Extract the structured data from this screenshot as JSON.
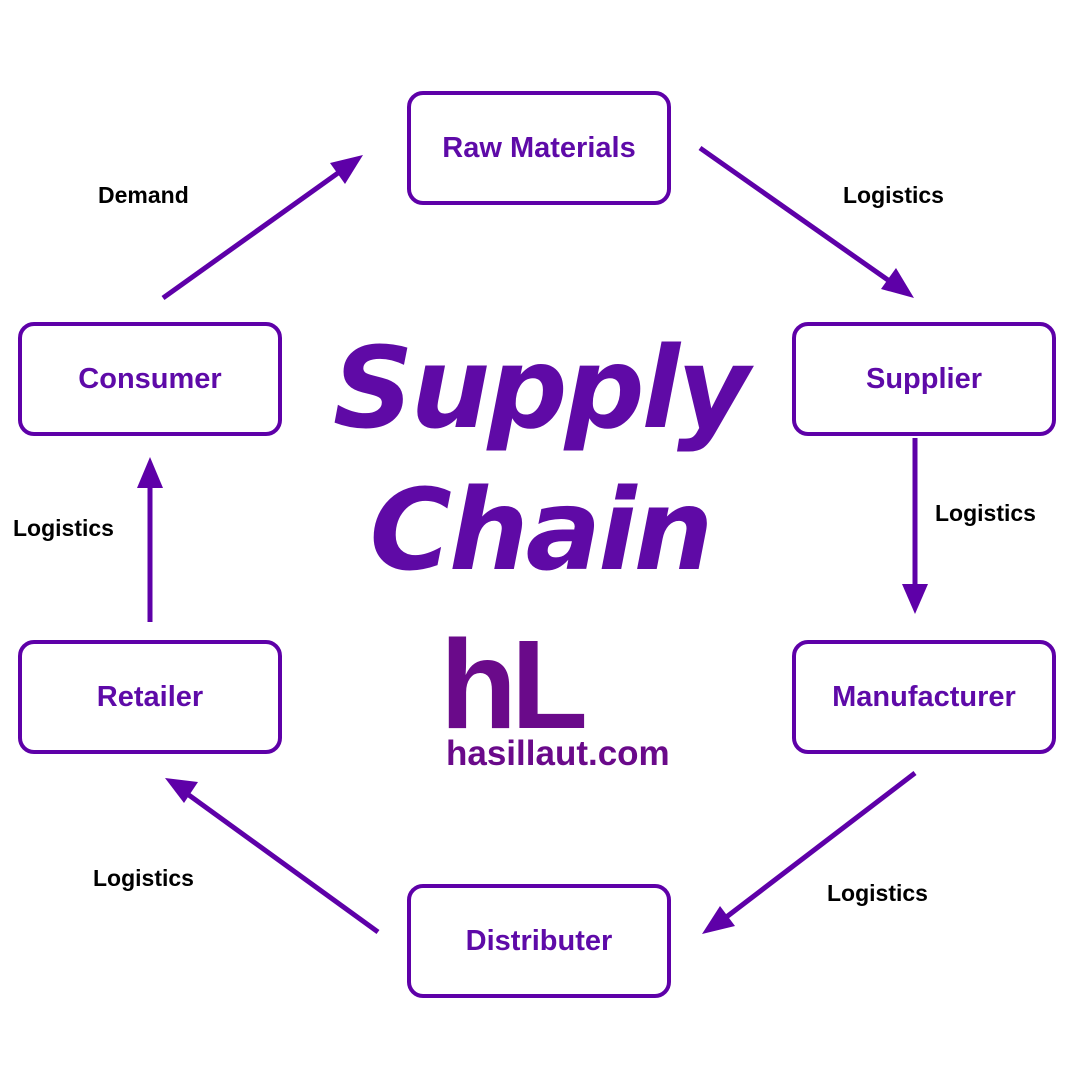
{
  "diagram": {
    "title_line1": "Supply",
    "title_line2": "Chain",
    "nodes": {
      "raw_materials": "Raw Materials",
      "supplier": "Supplier",
      "manufacturer": "Manufacturer",
      "distributer": "Distributer",
      "retailer": "Retailer",
      "consumer": "Consumer"
    },
    "edges": {
      "raw_to_supplier": "Logistics",
      "supplier_to_manufacturer": "Logistics",
      "manufacturer_to_distributer": "Logistics",
      "distributer_to_retailer": "Logistics",
      "retailer_to_consumer": "Logistics",
      "consumer_to_raw": "Demand"
    }
  },
  "logo": {
    "mark": "hL",
    "domain": "hasillaut.com"
  },
  "colors": {
    "accent": "#5e00a8",
    "node_text": "#5e0aa8",
    "logo": "#6a0a8a",
    "label": "#000000",
    "background": "#ffffff"
  }
}
